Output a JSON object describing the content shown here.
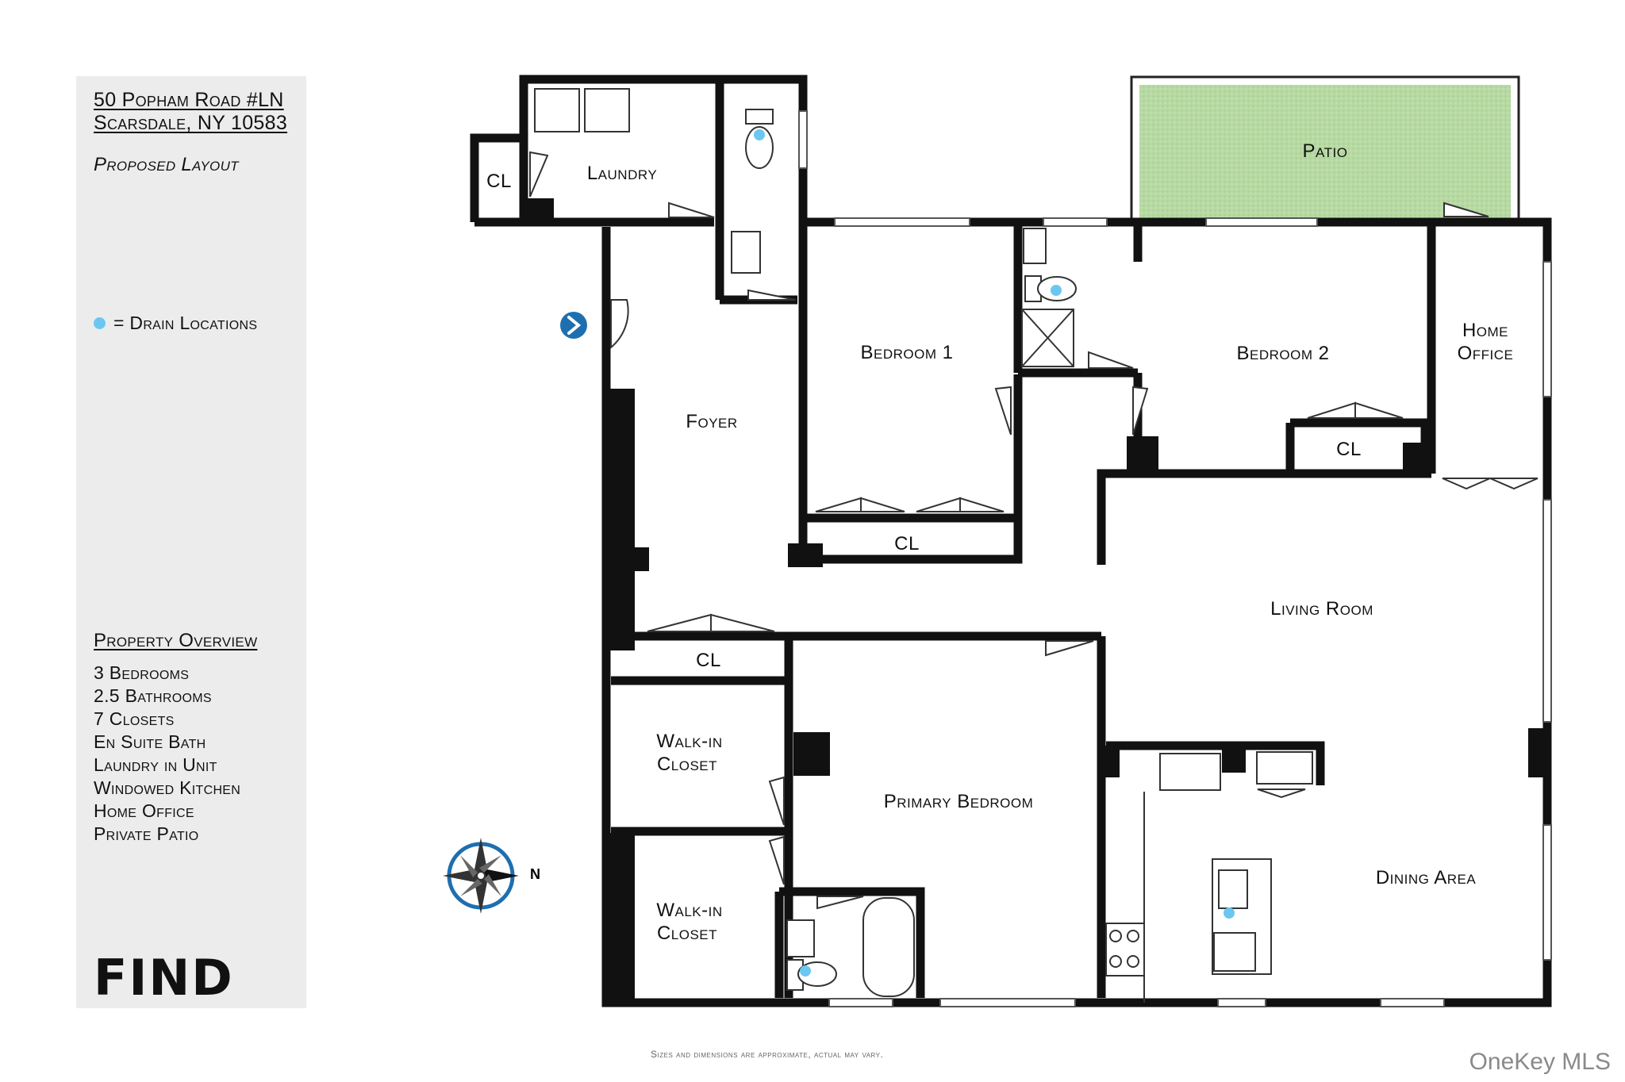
{
  "header": {
    "address_line1": "50 Popham Road #LN",
    "address_line2": "Scarsdale, NY 10583",
    "layout_note": "Proposed Layout"
  },
  "legend": {
    "drain_label": "= Drain Locations",
    "drain_color": "#6cc7f0"
  },
  "overview": {
    "title": "Property Overview",
    "items": [
      "3 Bedrooms",
      "2.5 Bathrooms",
      "7 Closets",
      "En Suite Bath",
      "Laundry in Unit",
      "Windowed Kitchen",
      "Home Office",
      "Private Patio"
    ]
  },
  "brand": {
    "logo_text": "FIND"
  },
  "rooms": {
    "laundry": "Laundry",
    "cl_laundry": "CL",
    "patio": "Patio",
    "foyer": "Foyer",
    "bedroom1": "Bedroom 1",
    "cl_bedroom1": "CL",
    "bedroom2": "Bedroom 2",
    "cl_bedroom2": "CL",
    "home_office_1": "Home",
    "home_office_2": "Office",
    "living_room": "Living Room",
    "cl_hall": "CL",
    "walkin1_1": "Walk-in",
    "walkin1_2": "Closet",
    "walkin2_1": "Walk-in",
    "walkin2_2": "Closet",
    "primary_bedroom": "Primary Bedroom",
    "dining_area": "Dining Area"
  },
  "compass": {
    "north_label": "N",
    "icon": "compass-icon"
  },
  "entry": {
    "icon": "chevron-right-icon"
  },
  "footer": {
    "disclaimer": "Sizes and dimensions are approximate, actual may vary.",
    "watermark": "OneKey MLS"
  }
}
